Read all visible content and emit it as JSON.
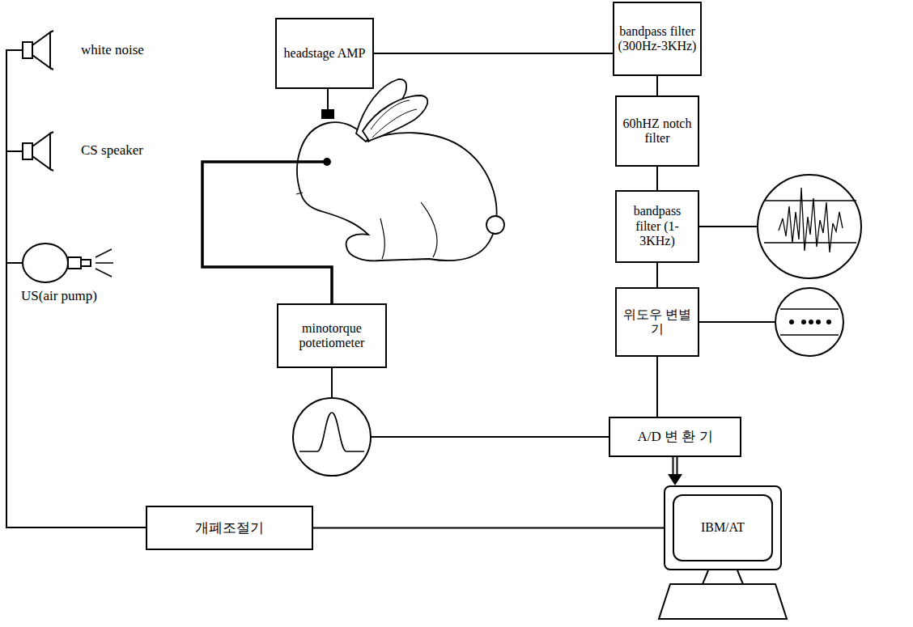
{
  "diagram": {
    "nodes": [
      {
        "text": [
          "headstage AMP"
        ]
      },
      {
        "text": [
          "bandpass filter (300Hz-3KHz)"
        ]
      },
      {
        "text": [
          "60hHZ notch filter"
        ]
      },
      {
        "text": [
          "bandpass filter (1-3KHz)"
        ]
      },
      {
        "text": [
          "minotorque potetiometer"
        ]
      },
      {
        "text": [
          "위도우 변별기"
        ]
      },
      {
        "text": [
          "A/D 변 환 기"
        ]
      },
      {
        "text": [
          "개폐조절기"
        ]
      },
      {
        "text": [
          "IBM/AT"
        ]
      }
    ],
    "edges": [
      {
        "from": 0,
        "to": 1,
        "arrow": "none"
      },
      {
        "from": 1,
        "to": 2,
        "arrow": "none"
      },
      {
        "from": 2,
        "to": 3,
        "arrow": "none"
      },
      {
        "from": 3,
        "to": 5,
        "arrow": "none"
      },
      {
        "from": 5,
        "to": 6,
        "arrow": "none"
      },
      {
        "from": 4,
        "to": 6,
        "arrow": "none"
      },
      {
        "from": 6,
        "to": 8,
        "arrow": "to"
      },
      {
        "from": 8,
        "to": 7,
        "arrow": "none"
      }
    ],
    "labels": [
      "white noise",
      "CS speaker",
      "US(air pump)"
    ]
  }
}
